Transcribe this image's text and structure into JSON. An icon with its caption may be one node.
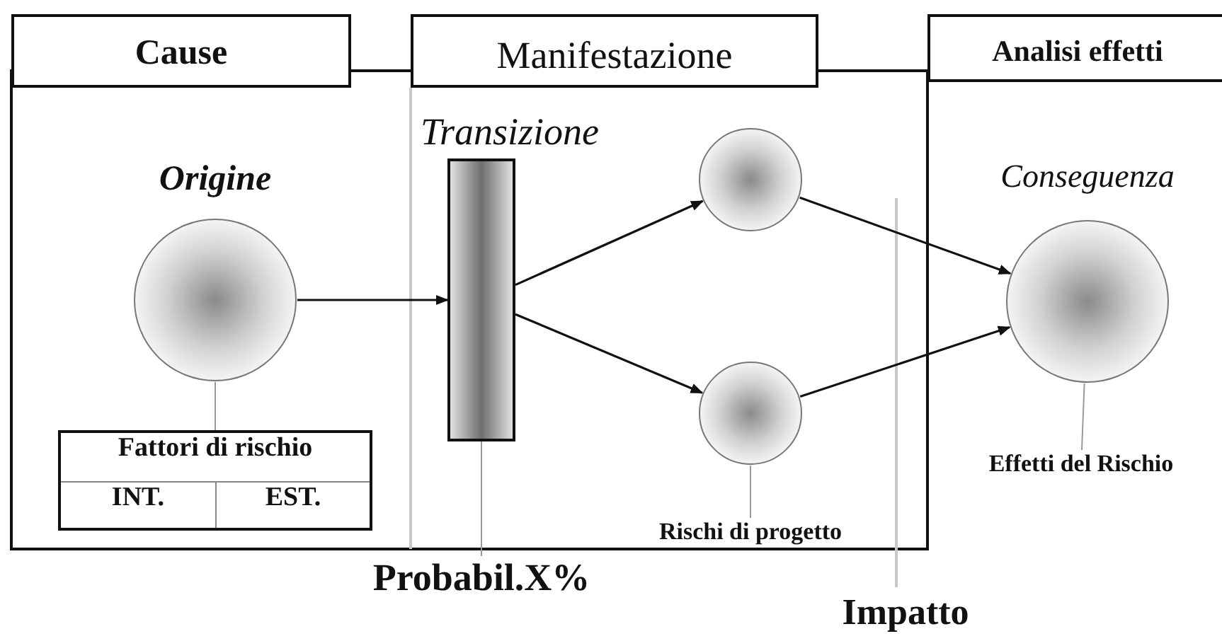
{
  "diagram": {
    "nodes": [
      {
        "text": [
          "Cause"
        ]
      },
      {
        "text": [
          "Manifestazione"
        ]
      },
      {
        "text": [
          "Analisi effetti"
        ]
      },
      {
        "text": [
          "Origine"
        ]
      },
      {
        "text": [
          "Transizione"
        ]
      },
      {
        "text": [],
        "shape": "circle"
      },
      {
        "text": [],
        "shape": "circle"
      },
      {
        "text": [
          "Conseguenza"
        ]
      },
      {
        "text": [
          "Fattori di rischio",
          "INT.",
          "EST."
        ]
      },
      {
        "text": [
          "Probabil.X%"
        ]
      },
      {
        "text": [
          "Rischi di progetto"
        ]
      },
      {
        "text": [
          "Effetti del Rischio"
        ]
      }
    ],
    "edges": [
      {
        "from": 3,
        "to": 4,
        "arrow": "to"
      },
      {
        "from": 4,
        "to": 5,
        "arrow": "to"
      },
      {
        "from": 4,
        "to": 6,
        "arrow": "to"
      },
      {
        "from": 5,
        "to": 7,
        "arrow": "to"
      },
      {
        "from": 6,
        "to": 7,
        "arrow": "to"
      },
      {
        "from": 8,
        "to": 3,
        "arrow": "none",
        "color": "#999999"
      },
      {
        "from": 9,
        "to": 4,
        "arrow": "none",
        "color": "#999999"
      },
      {
        "from": 10,
        "to": 6,
        "arrow": "none",
        "color": "#999999"
      },
      {
        "from": 11,
        "to": 7,
        "arrow": "none",
        "color": "#999999"
      }
    ],
    "labels": [
      "Impatto"
    ]
  }
}
